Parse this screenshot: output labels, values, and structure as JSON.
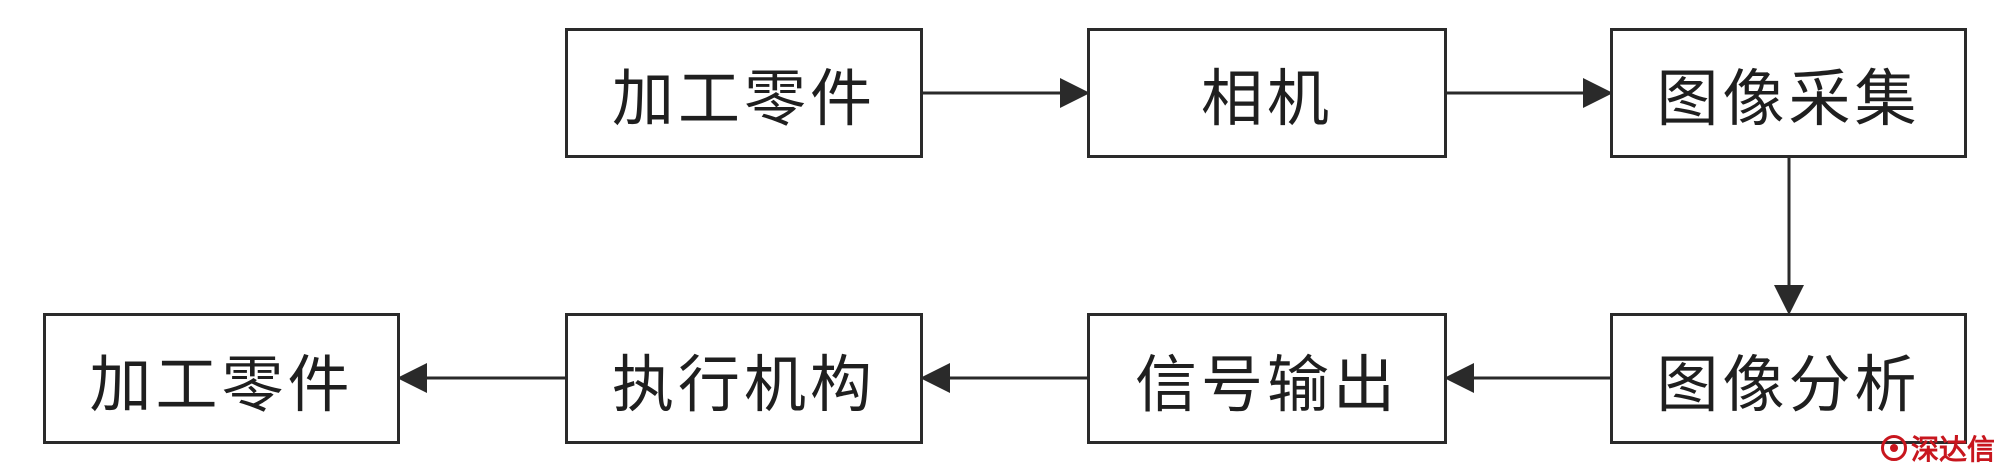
{
  "nodes": {
    "workpiece_input": "加工零件",
    "camera": "相机",
    "image_acquisition": "图像采集",
    "image_analysis": "图像分析",
    "signal_output": "信号输出",
    "actuator": "执行机构",
    "workpiece_output": "加工零件"
  },
  "flow": [
    [
      "workpiece_input",
      "camera"
    ],
    [
      "camera",
      "image_acquisition"
    ],
    [
      "image_acquisition",
      "image_analysis"
    ],
    [
      "image_analysis",
      "signal_output"
    ],
    [
      "signal_output",
      "actuator"
    ],
    [
      "actuator",
      "workpiece_output"
    ]
  ],
  "colors": {
    "stroke": "#2a2a2a",
    "text": "#1f1f1f",
    "watermark": "#c8161e"
  },
  "watermark": {
    "text": "深达信",
    "icon": "logo-icon"
  }
}
